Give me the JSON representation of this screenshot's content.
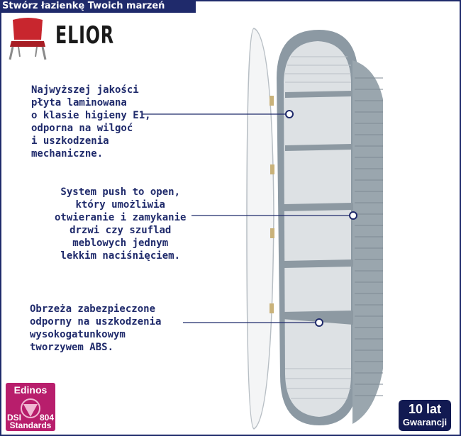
{
  "header": {
    "title": "Stwórz łazienkę Twoich marzeń"
  },
  "brand": {
    "name": "ELIOR",
    "logo_icon": "red-chair-icon"
  },
  "features": [
    {
      "text": "Najwyższej jakości\npłyta laminowana\no klasie higieny E1,\nodporna na wilgoć\ni uszkodzenia\nmechaniczne."
    },
    {
      "text": "System push to open,\nktóry umożliwia\notwieranie i zamykanie\ndrzwi czy szuflad\nmeblowych jednym\nlekkim naciśnięciem."
    },
    {
      "text": "Obrzeża zabezpieczone\nodporny na uszkodzenia\nwysokogatunkowym\ntworzywem ABS."
    }
  ],
  "badges": {
    "edinos": {
      "brand": "Edinos",
      "left": "DSI",
      "right": "804",
      "bottom": "Standards"
    },
    "warranty": {
      "line1": "10 lat",
      "line2": "Gwarancji"
    }
  },
  "colors": {
    "navy": "#1f2a6b",
    "cabinet": "#8c99a3",
    "magenta": "#b81e6c",
    "chair_red": "#c8262e"
  }
}
